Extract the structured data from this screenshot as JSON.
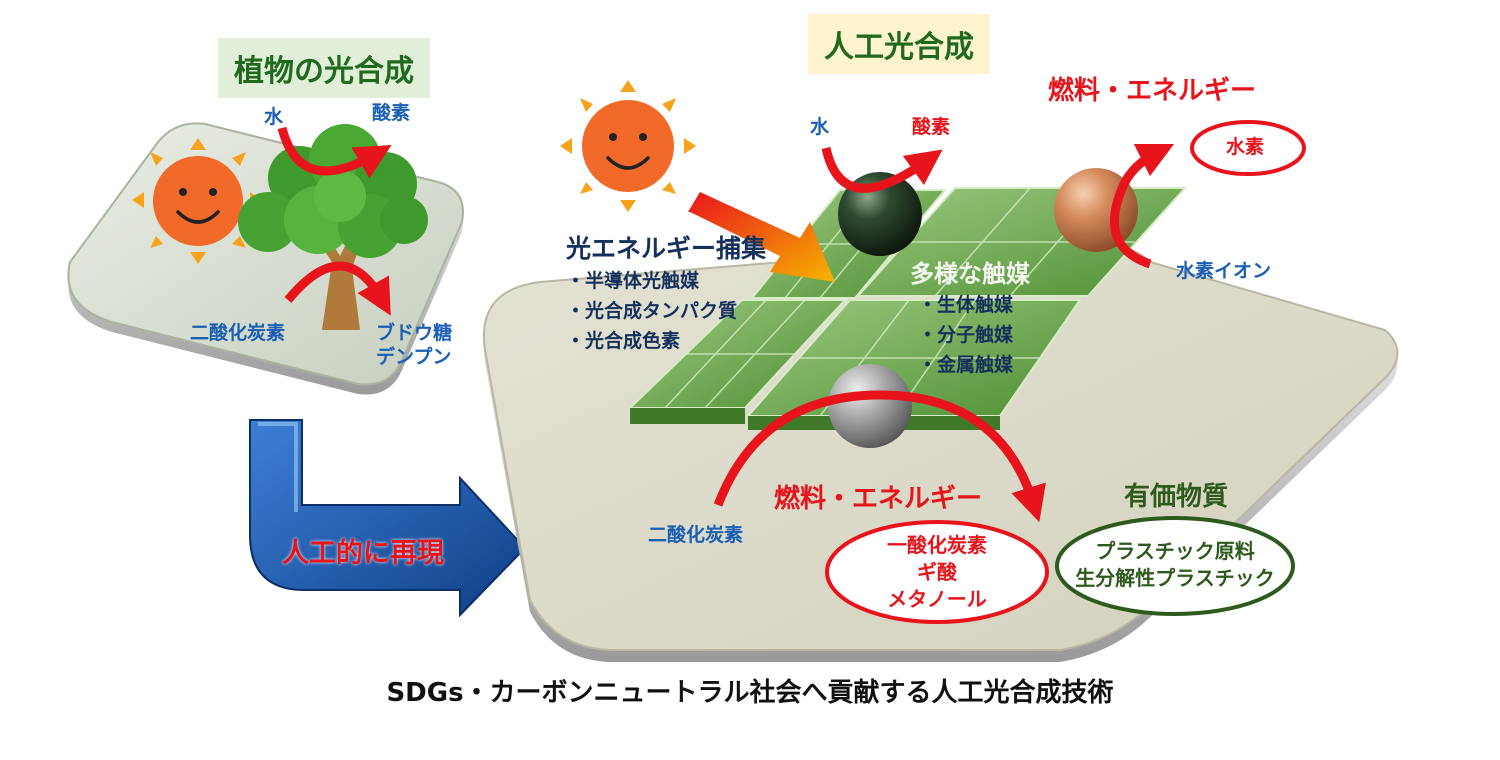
{
  "plant": {
    "title": "植物の光合成",
    "water": "水",
    "oxygen": "酸素",
    "co2": "二酸化炭素",
    "sugar_line1": "ブドウ糖",
    "sugar_line2": "デンプン"
  },
  "arrow_label": "人工的に再現",
  "artificial": {
    "title": "人工光合成",
    "water": "水",
    "oxygen": "酸素",
    "fuel_top": "燃料・エネルギー",
    "hydrogen": "水素",
    "hydrogen_ion": "水素イオン",
    "light_title": "光エネルギー捕集",
    "light_items": [
      "・半導体光触媒",
      "・光合成タンパク質",
      "・光合成色素"
    ],
    "catalyst_title": "多様な触媒",
    "catalyst_items": [
      "・生体触媒",
      "・分子触媒",
      "・金属触媒"
    ],
    "co2": "二酸化炭素",
    "fuel_bottom": "燃料・エネルギー",
    "fuel_items": [
      "一酸化炭素",
      "ギ酸",
      "メタノール"
    ],
    "valuable_title": "有価物質",
    "valuable_items": [
      "プラスチック原料",
      "生分解性プラスチック"
    ]
  },
  "caption": "SDGs・カーボンニュートラル社会へ貢献する人工光合成技術",
  "colors": {
    "red": "#e8141c",
    "blue_label": "#1a5fb4",
    "navy": "#15305c",
    "dark_green": "#2e5a1e",
    "title_bg_green": "#e2efd8",
    "title_bg_yellow": "#fdf3cc",
    "sun": "#f26a2a",
    "panel_green": "#6aa84f"
  }
}
